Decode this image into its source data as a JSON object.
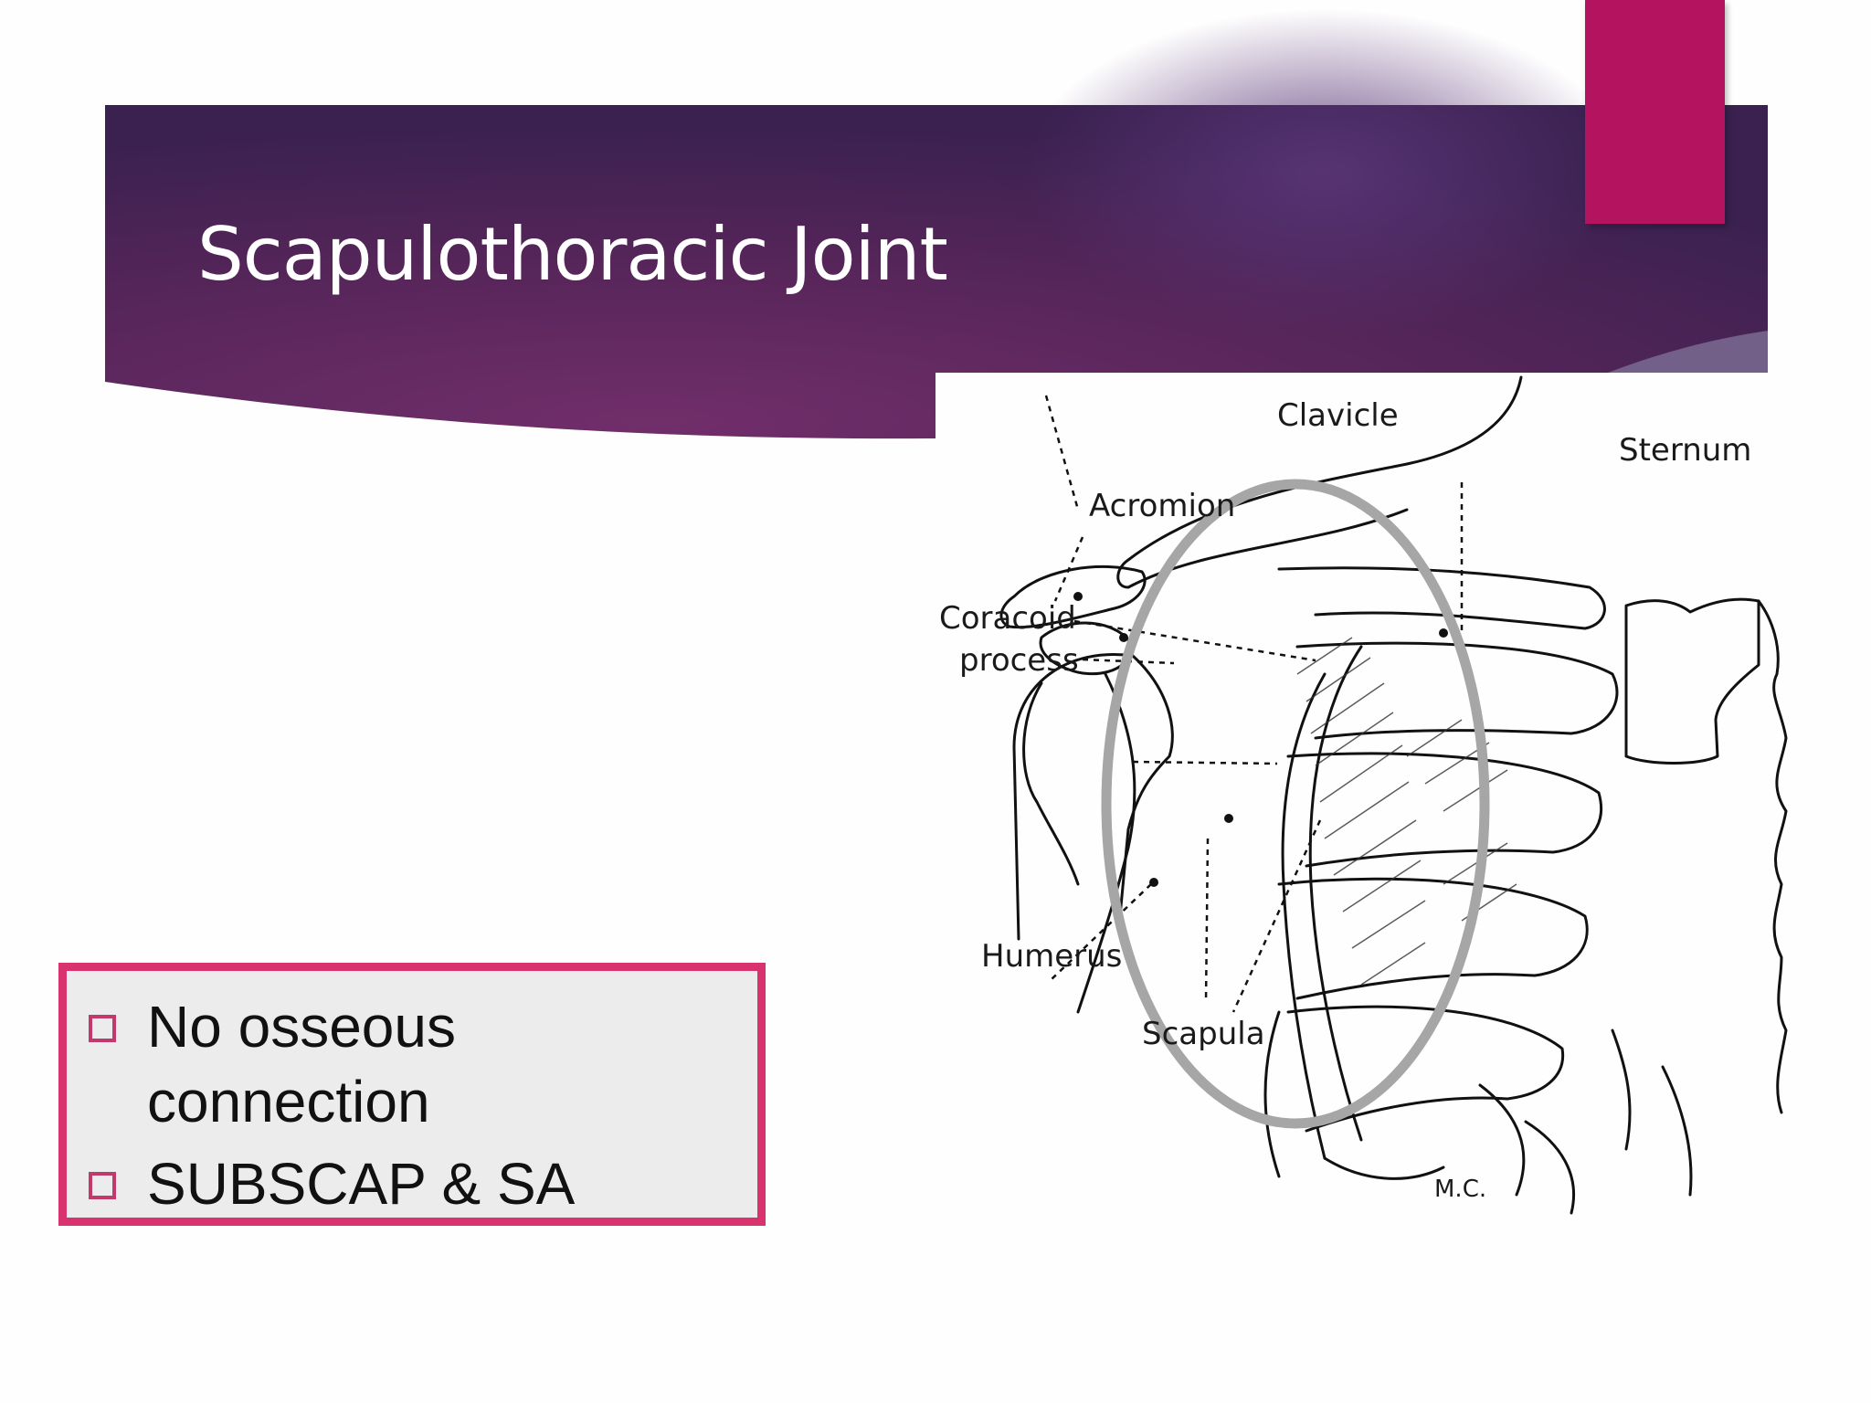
{
  "slide": {
    "title": "Scapulothoracic Joint"
  },
  "figure": {
    "labels": {
      "clavicle": "Clavicle",
      "sternum": "Sternum",
      "acromion": "Acromion",
      "coracoid_line1": "Coracoid",
      "coracoid_line2": "process",
      "humerus": "Humerus",
      "scapula": "Scapula",
      "signature": "M.C."
    },
    "highlight_color": "#a6a6a6"
  },
  "callout": {
    "bullets": [
      "No osseous connection",
      "SUBSCAP & SA"
    ],
    "border_color": "#d9336f",
    "bullet_icon": "hollow-square-icon"
  },
  "theme": {
    "banner_dark": "#3b2150",
    "banner_mid": "#6d2c68",
    "accent": "#b3135f"
  }
}
